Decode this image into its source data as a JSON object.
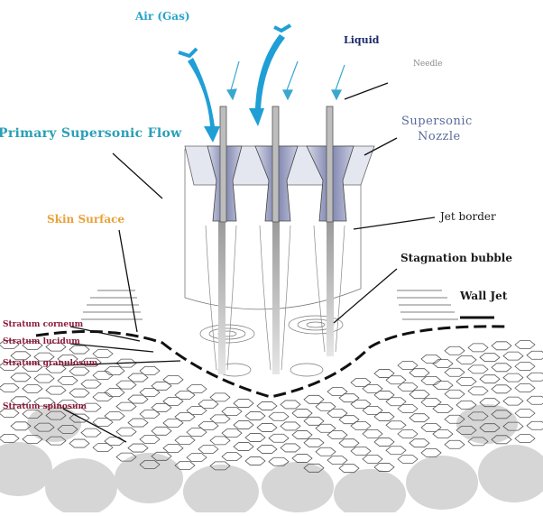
{
  "labels": {
    "air": "Air (Gas)",
    "liquid": "Liquid",
    "needle": "Needle",
    "supersonic_nozzle_line1": "Supersonic",
    "supersonic_nozzle_line2": "Nozzle",
    "primary_flow": "Primary Supersonic Flow",
    "skin_surface": "Skin Surface",
    "jet_border": "Jet border",
    "stagnation_bubble": "Stagnation bubble",
    "wall_jet": "Wall Jet",
    "stratum_corneum": "Stratum corneum",
    "stratum_lucidum": "Stratum lucidum",
    "stratum_granulosum": "Stratum granulosum",
    "stratum_spinosum": "Stratum spinosum"
  },
  "colors": {
    "air_label": "#2aa3cc",
    "air_arrow": "#1f9fd6",
    "primary_flow_label": "#2a9fb8",
    "liquid_label": "#1a2a6a",
    "needle_label": "#8a8a8a",
    "nozzle_label": "#5a6a9a",
    "skin_label": "#e8a23a",
    "stratum_label": "#8b1a3a",
    "nozzle_fill": "#8a8fb8",
    "dark_text": "#1a1a1a"
  }
}
